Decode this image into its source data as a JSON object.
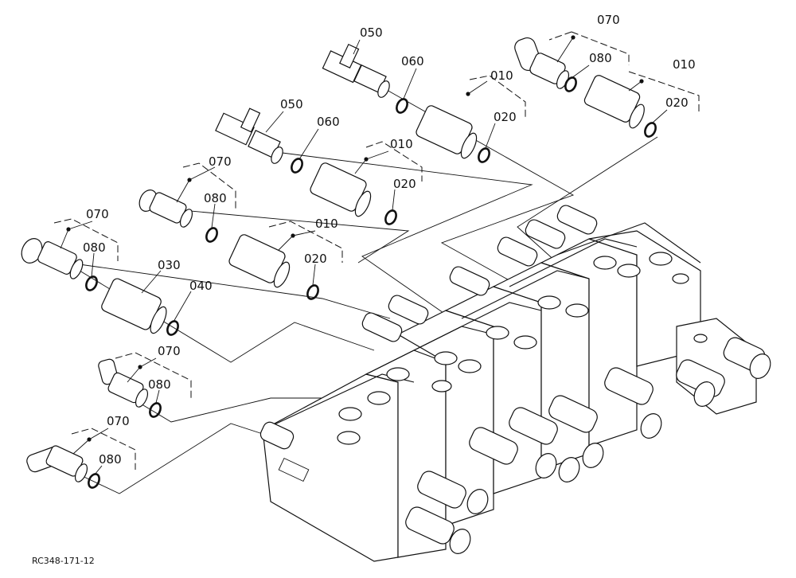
{
  "labels": {
    "p010": "010",
    "p020": "020",
    "p030": "030",
    "p040": "040",
    "p050": "050",
    "p060": "060",
    "p070": "070",
    "p080": "080"
  },
  "reference": "RC348-171-12"
}
